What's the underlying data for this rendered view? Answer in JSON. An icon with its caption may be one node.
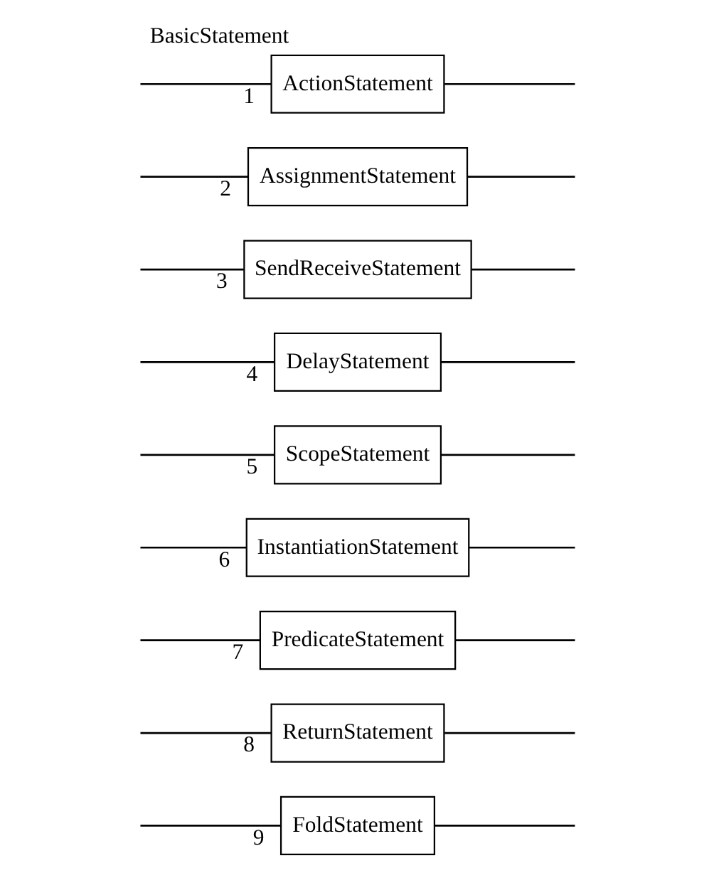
{
  "diagram": {
    "title": "BasicStatement",
    "nodes": [
      {
        "text": [
          "ActionStatement"
        ],
        "beside": [
          "1"
        ]
      },
      {
        "text": [
          "AssignmentStatement"
        ],
        "beside": [
          "2"
        ]
      },
      {
        "text": [
          "SendReceiveStatement"
        ],
        "beside": [
          "3"
        ]
      },
      {
        "text": [
          "DelayStatement"
        ],
        "beside": [
          "4"
        ]
      },
      {
        "text": [
          "ScopeStatement"
        ],
        "beside": [
          "5"
        ]
      },
      {
        "text": [
          "InstantiationStatement"
        ],
        "beside": [
          "6"
        ]
      },
      {
        "text": [
          "PredicateStatement"
        ],
        "beside": [
          "7"
        ]
      },
      {
        "text": [
          "ReturnStatement"
        ],
        "beside": [
          "8"
        ]
      },
      {
        "text": [
          "FoldStatement"
        ],
        "beside": [
          "9"
        ]
      }
    ],
    "edges": [
      {
        "from": null,
        "to": 0,
        "arrow": "none"
      },
      {
        "from": null,
        "to": 1,
        "arrow": "none"
      },
      {
        "from": null,
        "to": 2,
        "arrow": "none"
      },
      {
        "from": null,
        "to": 3,
        "arrow": "none"
      },
      {
        "from": null,
        "to": 4,
        "arrow": "none"
      },
      {
        "from": null,
        "to": 5,
        "arrow": "none"
      },
      {
        "from": null,
        "to": 6,
        "arrow": "none"
      },
      {
        "from": null,
        "to": 7,
        "arrow": "none"
      },
      {
        "from": null,
        "to": 8,
        "arrow": "none"
      },
      {
        "from": 0,
        "to": null,
        "arrow": "none"
      },
      {
        "from": 1,
        "to": null,
        "arrow": "none"
      },
      {
        "from": 2,
        "to": null,
        "arrow": "none"
      },
      {
        "from": 3,
        "to": null,
        "arrow": "none"
      },
      {
        "from": 4,
        "to": null,
        "arrow": "none"
      },
      {
        "from": 5,
        "to": null,
        "arrow": "none"
      },
      {
        "from": 6,
        "to": null,
        "arrow": "none"
      },
      {
        "from": 7,
        "to": null,
        "arrow": "none"
      },
      {
        "from": 8,
        "to": null,
        "arrow": "none"
      }
    ]
  }
}
